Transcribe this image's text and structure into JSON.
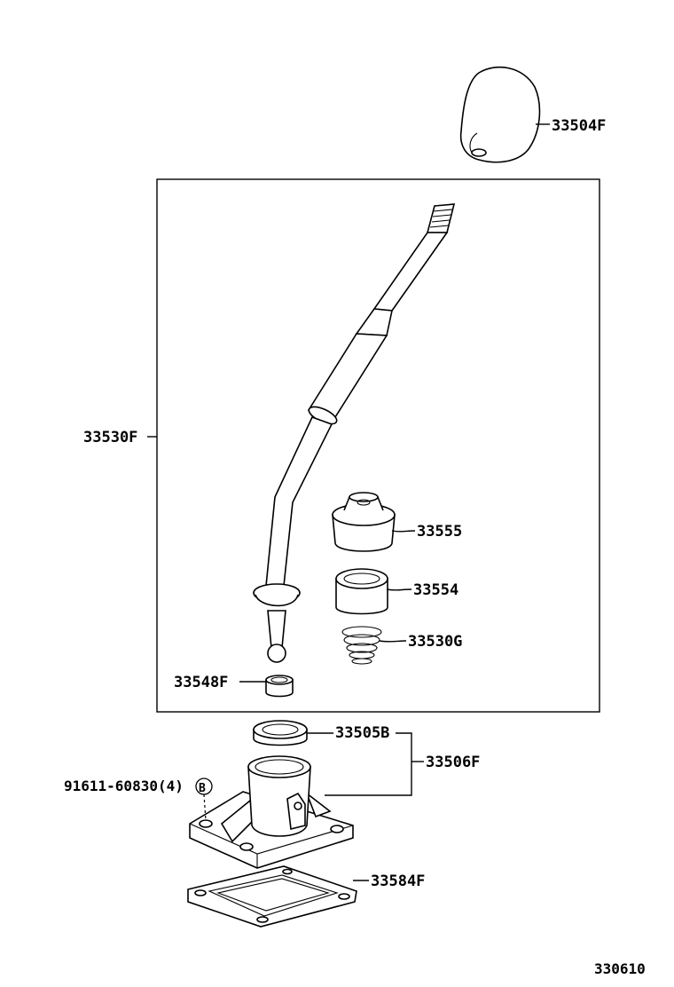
{
  "labels": {
    "knob": "33504F",
    "lever_assy": "33530F",
    "boot": "33555",
    "bushing": "33554",
    "spring": "33530G",
    "seat": "33548F",
    "retainer": "33505B",
    "housing": "33506F",
    "bolt": "91611-60830(4)",
    "bolt_marker": "B",
    "gasket": "33584F"
  },
  "figure_code": "330610"
}
